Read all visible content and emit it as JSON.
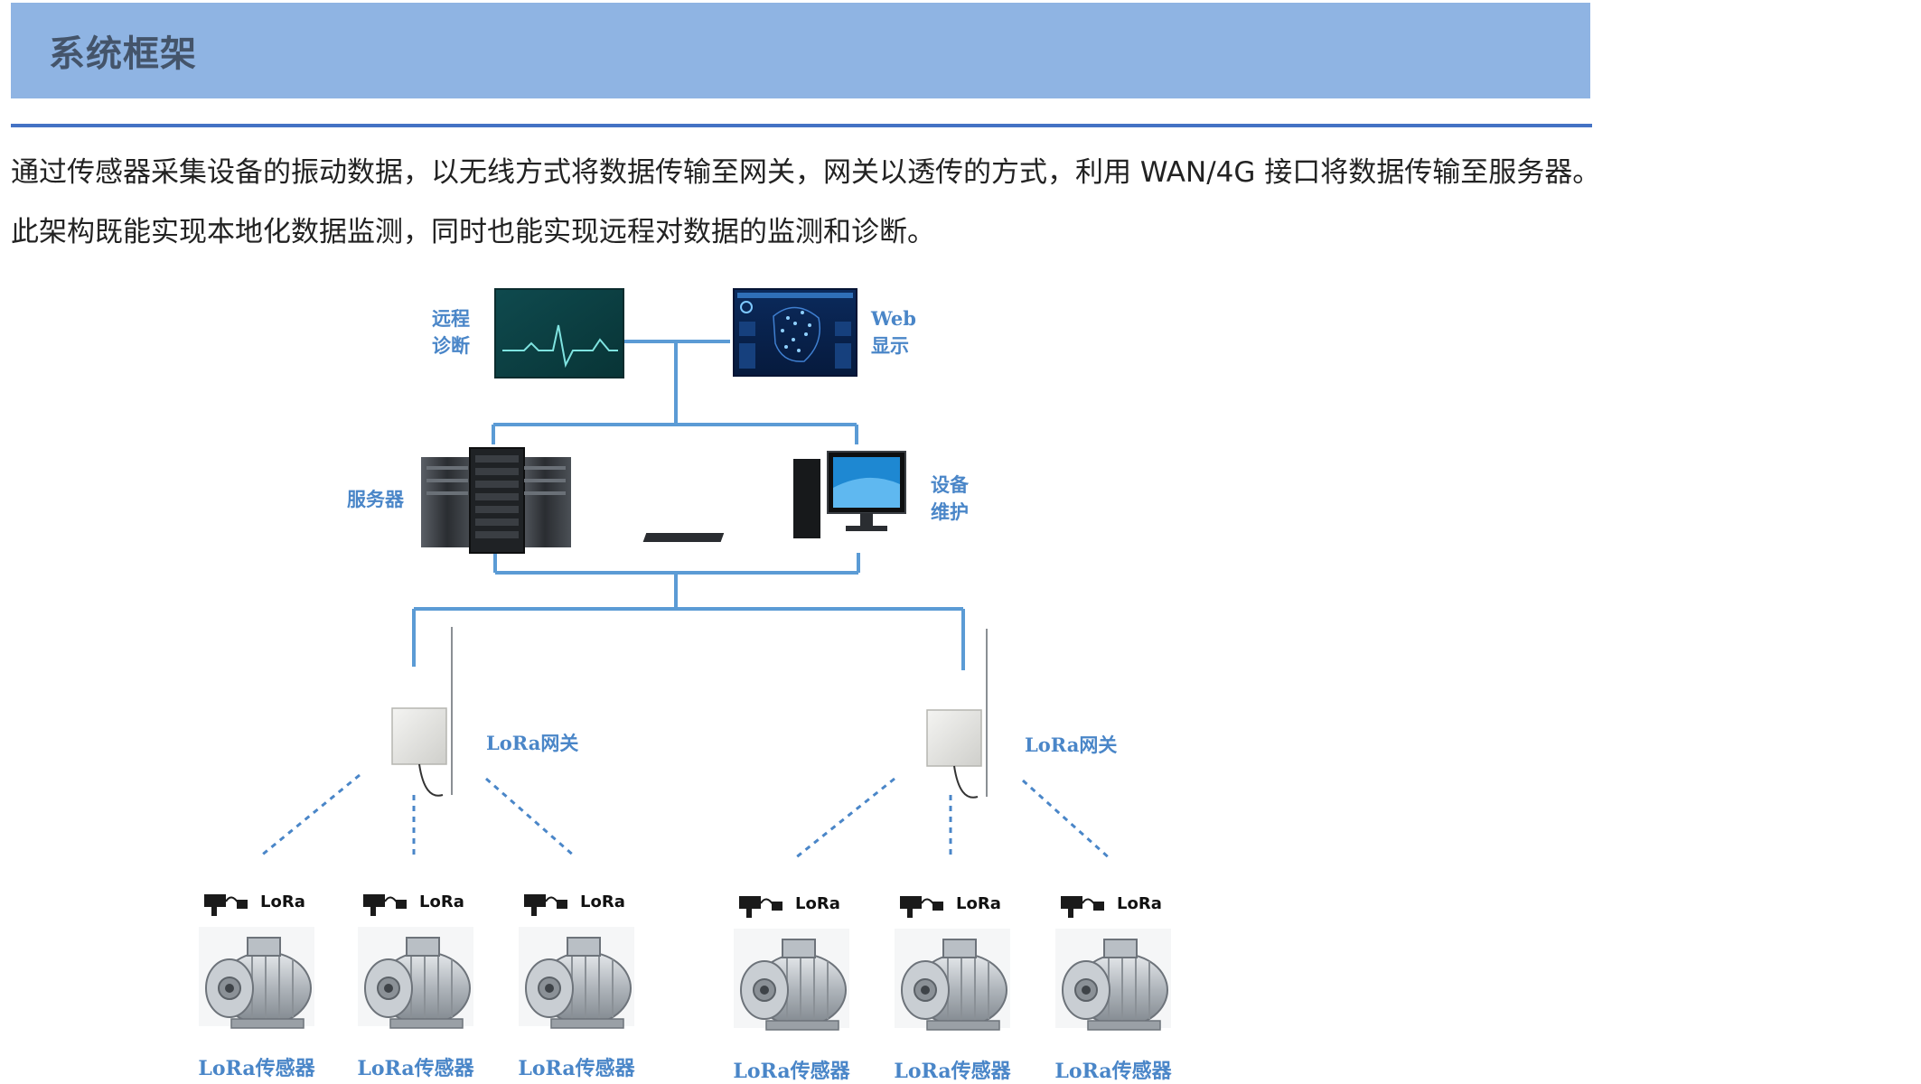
{
  "header": {
    "title": "系统框架"
  },
  "intro": {
    "line1": "通过传感器采集设备的振动数据，以无线方式将数据传输至网关，网关以透传的方式，利用 WAN/4G 接口将数据传输至服务器。",
    "line2": "此架构既能实现本地化数据监测，同时也能实现远程对数据的监测和诊断。"
  },
  "diagram": {
    "remote_diagnosis": [
      "远程",
      "诊断"
    ],
    "web_display": [
      "Web",
      "显示"
    ],
    "server": "服务器",
    "device_maintenance": [
      "设备",
      "维护"
    ],
    "gateways": [
      {
        "label": "LoRa网关"
      },
      {
        "label": "LoRa网关"
      }
    ],
    "sensor_badge": "LoRa",
    "sensors": [
      {
        "label": "LoRa传感器"
      },
      {
        "label": "LoRa传感器"
      },
      {
        "label": "LoRa传感器"
      },
      {
        "label": "LoRa传感器"
      },
      {
        "label": "LoRa传感器"
      },
      {
        "label": "LoRa传感器"
      }
    ],
    "colors": {
      "line": "#5b9bd5",
      "label": "#4a86c8",
      "header_band": "#8fb4e3",
      "rule": "#4472c4"
    }
  }
}
